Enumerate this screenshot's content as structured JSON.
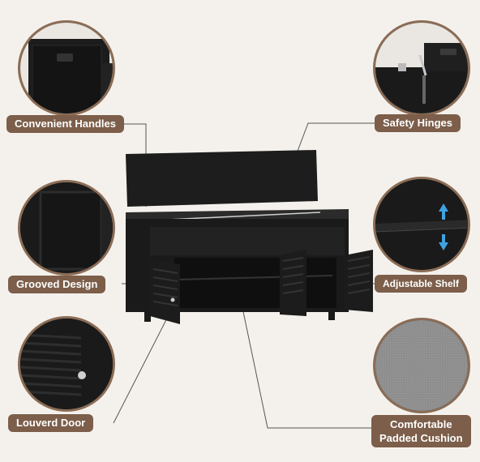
{
  "callouts": {
    "handles": "Convenient Handles",
    "hinges": "Safety Hinges",
    "grooved": "Grooved Design",
    "shelf": "Adjustable  Shelf",
    "door": "Louverd Door",
    "cushion_line1": "Comfortable",
    "cushion_line2": "Padded Cushion"
  },
  "colors": {
    "accent": "#7c5e4a",
    "frame": "#8b6c55",
    "furniture": "#1c1c1c",
    "cushion": "#8e8e8e",
    "shelf_arrow": "#3ea3e0"
  }
}
